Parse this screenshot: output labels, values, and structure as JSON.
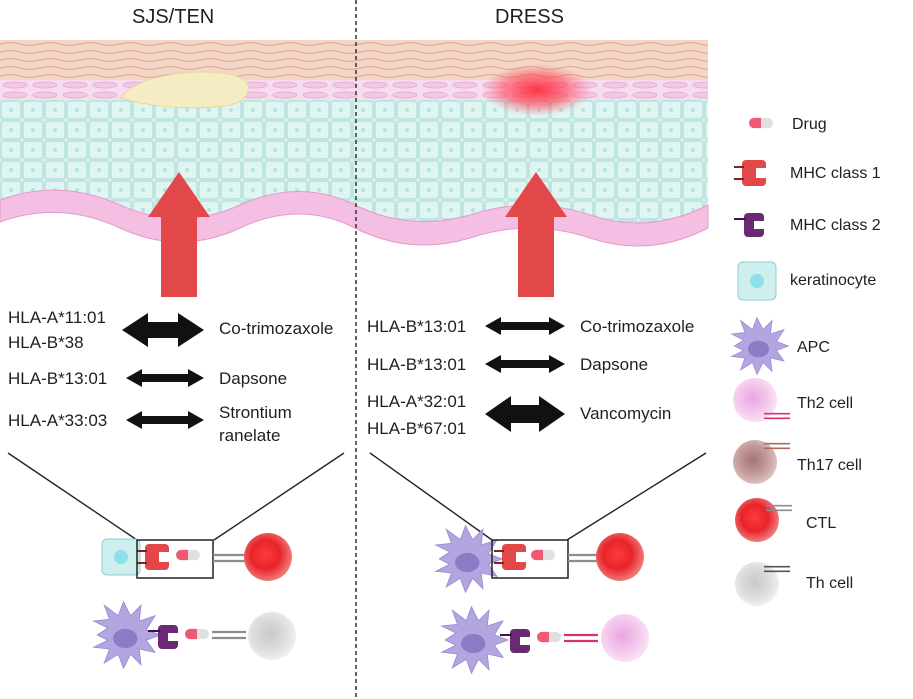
{
  "panels": {
    "left_title": "SJS/TEN",
    "right_title": "DRESS"
  },
  "sjs_ten": {
    "associations": [
      {
        "hla": [
          "HLA-A*11:01",
          "HLA-B*38"
        ],
        "drug": [
          "Co-trimozaxole"
        ]
      },
      {
        "hla": [
          "HLA-B*13:01"
        ],
        "drug": [
          "Dapsone"
        ]
      },
      {
        "hla": [
          "HLA-A*33:03"
        ],
        "drug": [
          "Strontium",
          "ranelate"
        ]
      }
    ]
  },
  "dress": {
    "associations": [
      {
        "hla": [
          "HLA-B*13:01"
        ],
        "drug": [
          "Co-trimozaxole"
        ]
      },
      {
        "hla": [
          "HLA-B*13:01"
        ],
        "drug": [
          "Dapsone"
        ]
      },
      {
        "hla": [
          "HLA-A*32:01",
          "HLA-B*67:01"
        ],
        "drug": [
          "Vancomycin"
        ]
      }
    ]
  },
  "legend": {
    "items": [
      {
        "label": "Drug",
        "icon": "drug-capsule-icon"
      },
      {
        "label": "MHC class 1",
        "icon": "mhc-class-1-icon"
      },
      {
        "label": "MHC class 2",
        "icon": "mhc-class-2-icon"
      },
      {
        "label": "keratinocyte",
        "icon": "keratinocyte-icon"
      },
      {
        "label": "APC",
        "icon": "apc-cell-icon"
      },
      {
        "label": "Th2 cell",
        "icon": "th2-cell-icon"
      },
      {
        "label": "Th17 cell",
        "icon": "th17-cell-icon"
      },
      {
        "label": "CTL",
        "icon": "ctl-cell-icon"
      },
      {
        "label": "Th cell",
        "icon": "th-cell-icon"
      }
    ]
  },
  "colors": {
    "arrow_red": "#e2474a",
    "mhc1": "#e2474a",
    "mhc2": "#6a2a73",
    "keratinocyte": "#cfeeee",
    "apc": "#b3a6e0",
    "th2": "#f4c7ec",
    "th17": "#b98b8b",
    "ctl": "#e8242a",
    "th": "#dcdcdc",
    "stratum_corneum": "#f2d3c3",
    "basal_layer": "#f4bfe2"
  }
}
